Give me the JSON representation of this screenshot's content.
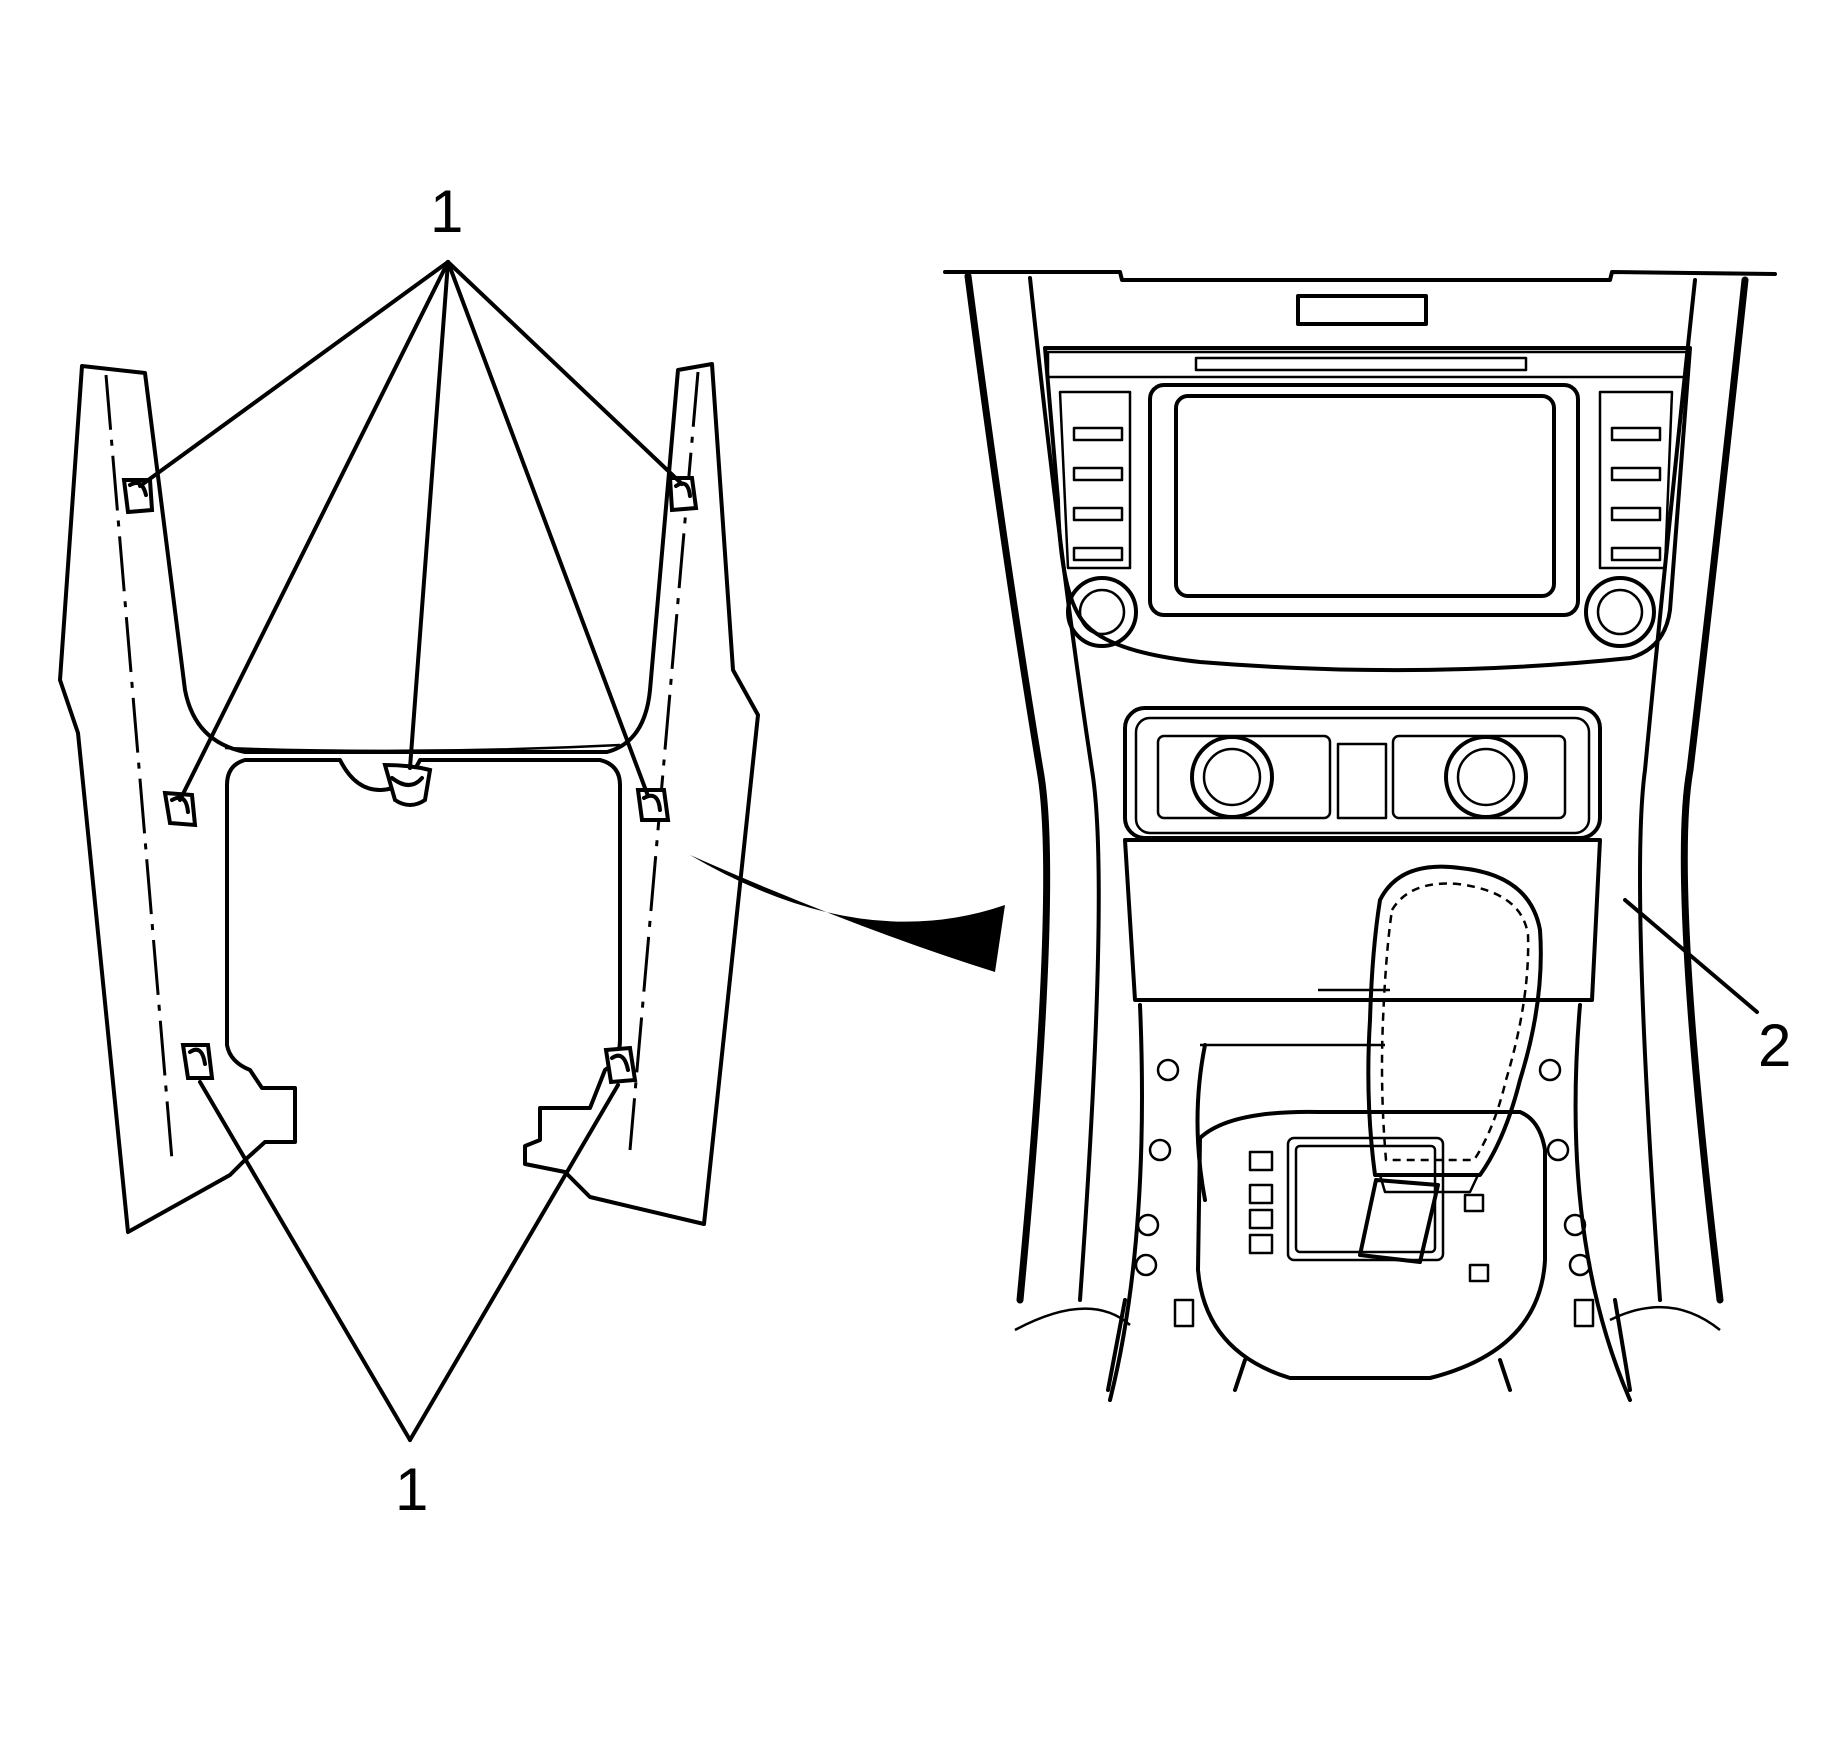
{
  "callouts": {
    "top_left": "1",
    "bottom_left": "1",
    "right": "2"
  },
  "colors": {
    "line": "#000000",
    "background": "#ffffff"
  }
}
